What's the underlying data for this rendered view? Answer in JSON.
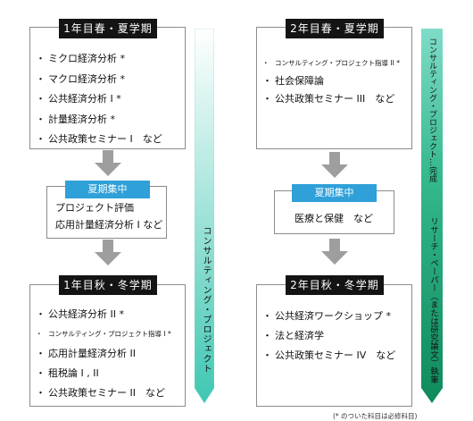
{
  "year1": {
    "spring_summer": {
      "title": "1年目春・夏学期",
      "items": [
        "ミクロ経済分析 *",
        "マクロ経済分析 *",
        "公共経済分析 I *",
        "計量経済分析 *",
        "公共政策セミナー I　など"
      ]
    },
    "intensive": {
      "title": "夏期集中",
      "lines": [
        "プロジェクト評価",
        "応用計量経済分析 I など"
      ]
    },
    "fall_winter": {
      "title": "1年目秋・冬学期",
      "items": [
        "公共経済分析 II *",
        "コンサルティング・プロジェクト指導 I *",
        "応用計量経済分析 II",
        "租税論 I , II",
        "公共政策セミナー II　など"
      ]
    }
  },
  "year2": {
    "spring_summer": {
      "title": "2年目春・夏学期",
      "items": [
        "コンサルティング・プロジェクト指導 II *",
        "社会保障論",
        "公共政策セミナー III　など"
      ]
    },
    "intensive": {
      "title": "夏期集中",
      "lines": [
        "医療と保健　など"
      ]
    },
    "fall_winter": {
      "title": "2年目秋・冬学期",
      "items": [
        "公共経済ワークショップ *",
        "法と経済学",
        "公共政策セミナー IV　など"
      ]
    }
  },
  "side_bar_1": "コンサルティング・プロジェクト",
  "side_bar_2_a": "コンサルティング・プロジェクト…完成",
  "side_bar_2_b": "リサーチ・ペーパー（または研究論文）執筆",
  "footnote": "(* のついた科目は必修科目)",
  "colors": {
    "header": "#141414",
    "intensive_header": "#2fa0d8",
    "arrow": "#9e9e9e",
    "bar_light_top": "#ffffff",
    "bar_light_bottom": "#3fc7b2",
    "bar_dark_top": "#7fdcc8",
    "bar_dark_bottom": "#0f8a5c"
  }
}
